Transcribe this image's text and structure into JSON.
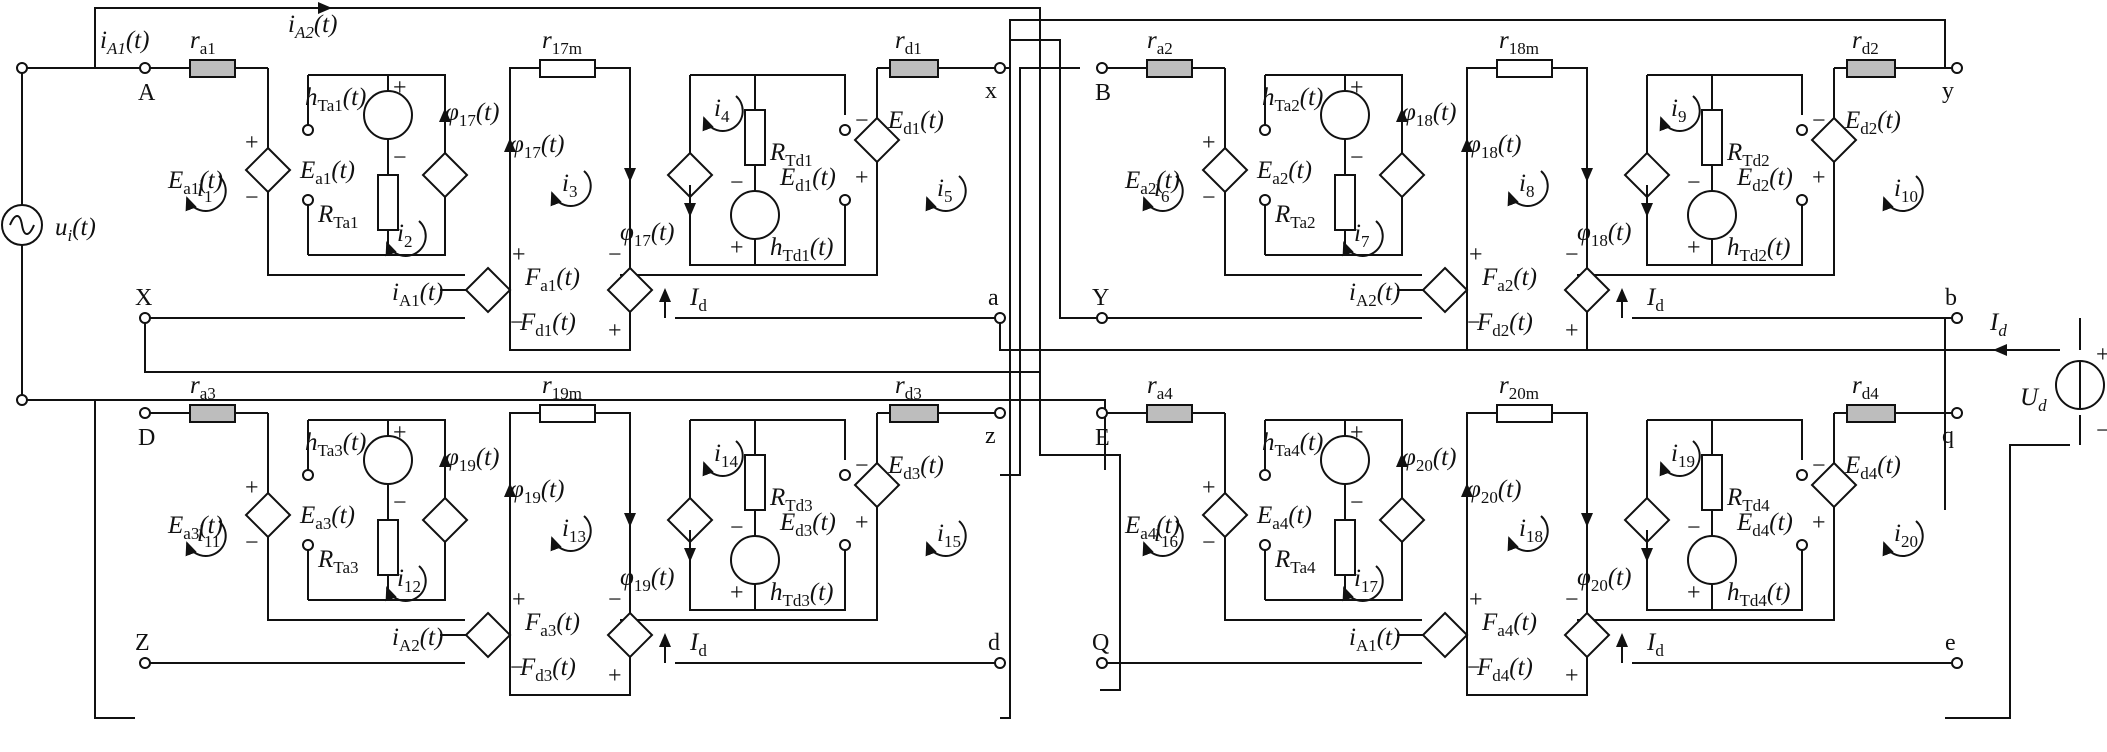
{
  "diagram": {
    "source_label": "u_i(t)",
    "source_label_main": "u",
    "source_label_sub": "i",
    "dc_source": {
      "main": "U",
      "sub": "d"
    },
    "dc_current": {
      "main": "I",
      "sub": "d"
    },
    "top_currents": {
      "iA1": "A1",
      "iA2": "A2"
    },
    "nodes": [
      "A",
      "B",
      "D",
      "E",
      "X",
      "Y",
      "Z",
      "Q",
      "x",
      "y",
      "z",
      "q",
      "a",
      "b",
      "d",
      "e"
    ],
    "modules": [
      {
        "id": "1",
        "in_node": "A",
        "out_node": "x",
        "bottom_left": "X",
        "bottom_right": "a",
        "ra": "a1",
        "Ea": "a1",
        "hTa": "Ta1",
        "RTa": "Ta1",
        "phi": "17",
        "rm": "17m",
        "Fa": "a1",
        "Fd": "d1",
        "RTd": "Td1",
        "hTd": "Td1",
        "Ed": "d1",
        "rd": "d1",
        "bottom_current": "A1",
        "loops": [
          "1",
          "2",
          "3",
          "4",
          "5"
        ]
      },
      {
        "id": "2",
        "in_node": "B",
        "out_node": "y",
        "bottom_left": "Y",
        "bottom_right": "b",
        "ra": "a2",
        "Ea": "a2",
        "hTa": "Ta2",
        "RTa": "Ta2",
        "phi": "18",
        "rm": "18m",
        "Fa": "a2",
        "Fd": "d2",
        "RTd": "Td2",
        "hTd": "Td2",
        "Ed": "d2",
        "rd": "d2",
        "bottom_current": "A2",
        "loops": [
          "6",
          "7",
          "8",
          "9",
          "10"
        ]
      },
      {
        "id": "3",
        "in_node": "D",
        "out_node": "z",
        "bottom_left": "Z",
        "bottom_right": "d",
        "ra": "a3",
        "Ea": "a3",
        "hTa": "Ta3",
        "RTa": "Ta3",
        "phi": "19",
        "rm": "19m",
        "Fa": "a3",
        "Fd": "d3",
        "RTd": "Td3",
        "hTd": "Td3",
        "Ed": "d3",
        "rd": "d3",
        "bottom_current": "A2",
        "loops": [
          "11",
          "12",
          "13",
          "14",
          "15"
        ]
      },
      {
        "id": "4",
        "in_node": "E",
        "out_node": "q",
        "bottom_left": "Q",
        "bottom_right": "e",
        "ra": "a4",
        "Ea": "a4",
        "hTa": "Ta4",
        "RTa": "Ta4",
        "phi": "20",
        "rm": "20m",
        "Fa": "a4",
        "Fd": "d4",
        "RTd": "Td4",
        "hTd": "Td4",
        "Ed": "d4",
        "rd": "d4",
        "bottom_current": "A1",
        "loops": [
          "16",
          "17",
          "18",
          "19",
          "20"
        ]
      }
    ]
  }
}
